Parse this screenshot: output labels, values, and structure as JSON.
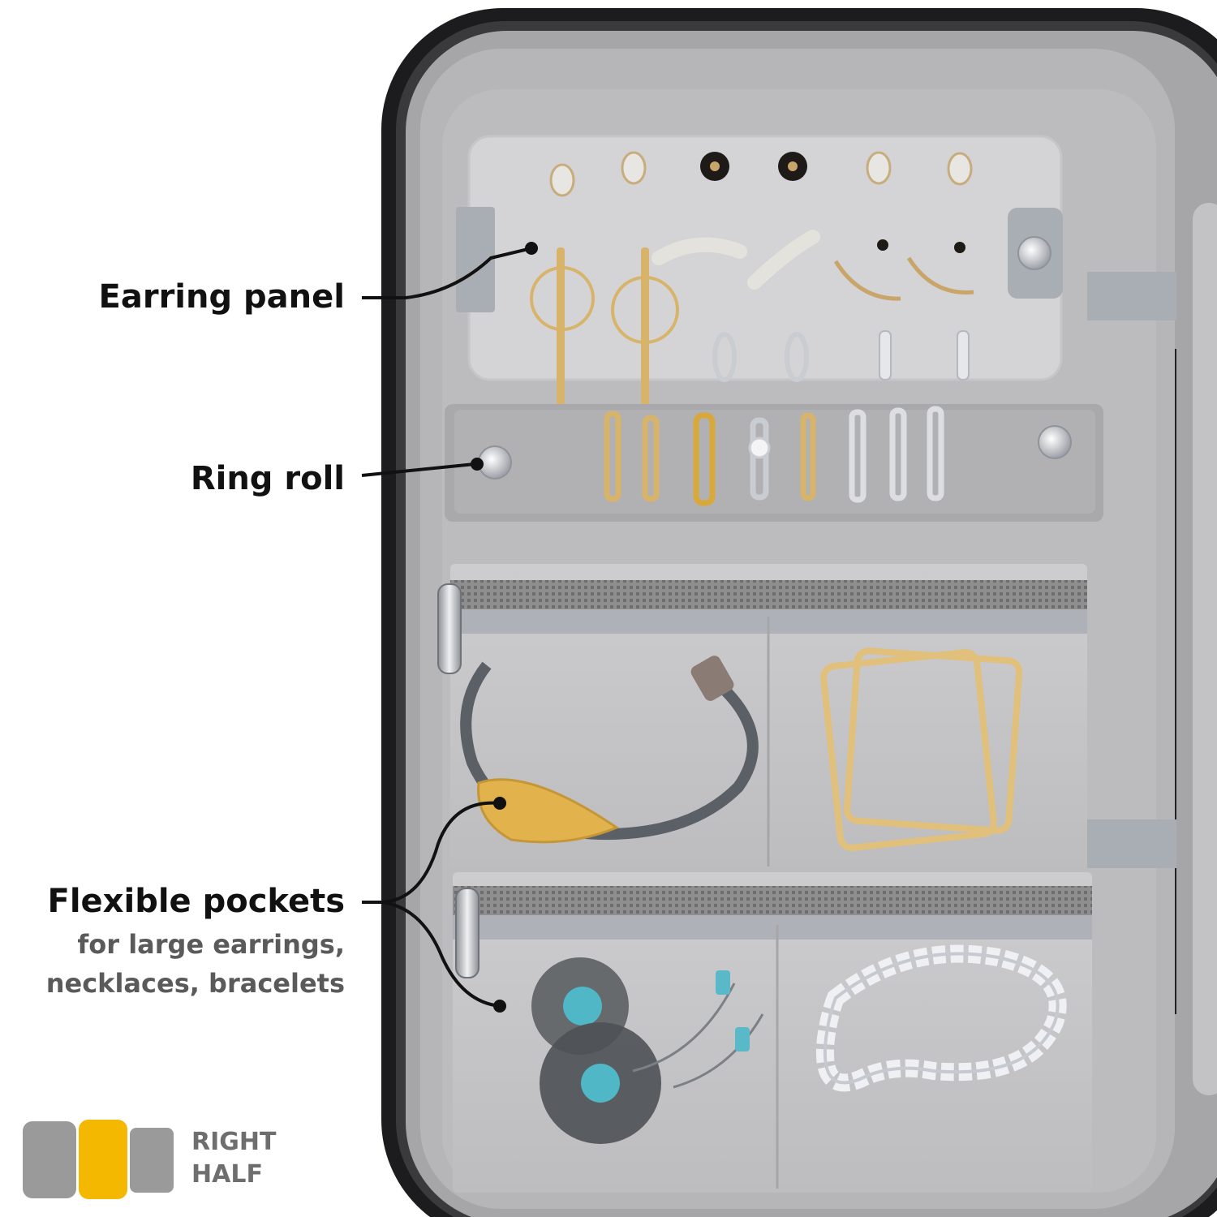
{
  "callouts": {
    "earring_panel": "Earring panel",
    "ring_roll": "Ring roll",
    "flexible_pockets": "Flexible pockets",
    "pockets_sub_1": "for large earrings,",
    "pockets_sub_2": "necklaces, bracelets"
  },
  "legend": {
    "line1": "RIGHT",
    "line2": "HALF",
    "colors": {
      "inactive": "#9a9a9a",
      "active": "#f5b800"
    }
  },
  "colors": {
    "case_shell": "#1c1c1e",
    "lining": "#b3b3b3",
    "panel": "#d4d4d6",
    "strap": "#a9adb4",
    "gold": "#d8b46a",
    "silver": "#c9ccd1"
  }
}
